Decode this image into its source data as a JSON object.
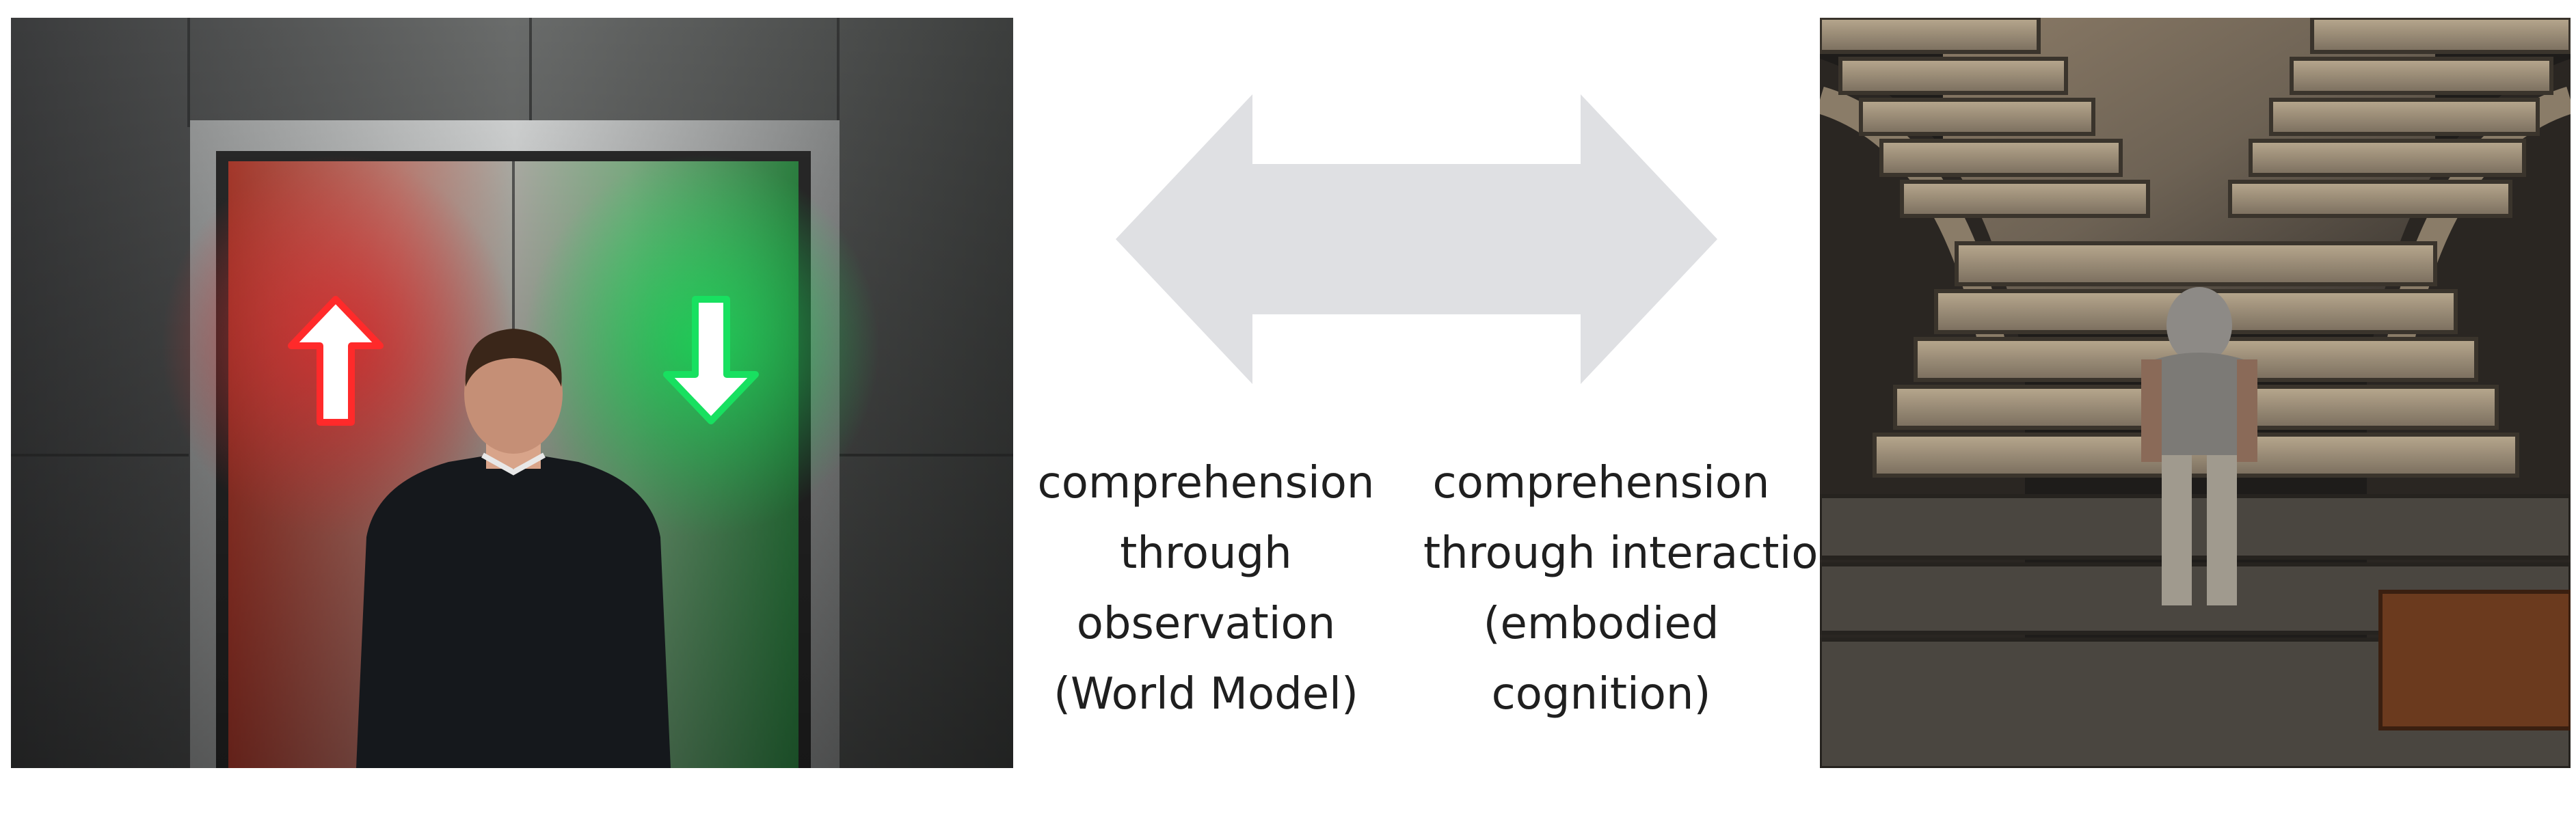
{
  "captions": {
    "left": [
      "comprehension",
      "through",
      "observation",
      "(World Model)"
    ],
    "right": [
      "comprehension",
      "through interaction",
      "(embodied",
      "cognition)"
    ]
  },
  "colors": {
    "arrow": "#dfe0e3",
    "elevator_arrow_up": "#ff2a2a",
    "elevator_arrow_down": "#18e060",
    "background": "#ffffff"
  },
  "icons": {
    "center": "double-headed-arrow-icon",
    "elevator_up": "up-arrow-icon",
    "elevator_down": "down-arrow-icon"
  }
}
